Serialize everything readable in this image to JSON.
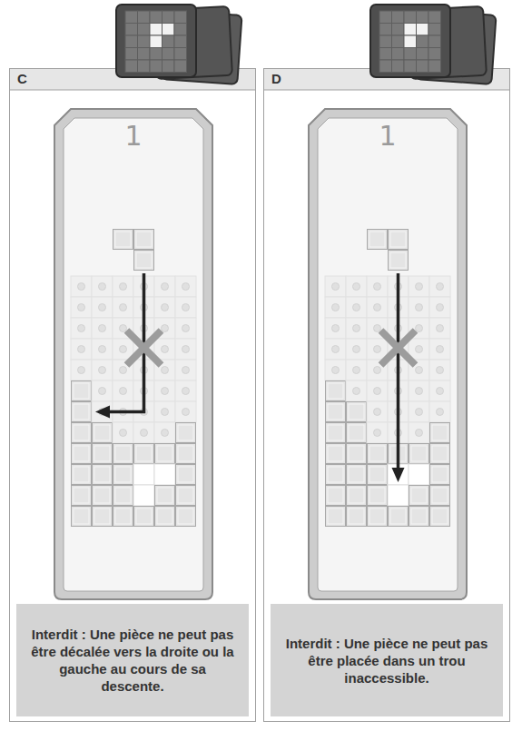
{
  "diagram": {
    "nodes": [
      {
        "text": [
          "C"
        ]
      },
      {
        "text": [
          "Interdit : Une pièce ne peut pas être décalée vers la droite ou la gauche au cours de sa descente."
        ],
        "in": 0
      },
      {
        "text": [
          "D"
        ]
      },
      {
        "text": [
          "Interdit : Une pièce ne peut pas être placée dans un trou inaccessible."
        ],
        "in": 2
      }
    ],
    "labels": [
      "1",
      "1"
    ]
  }
}
